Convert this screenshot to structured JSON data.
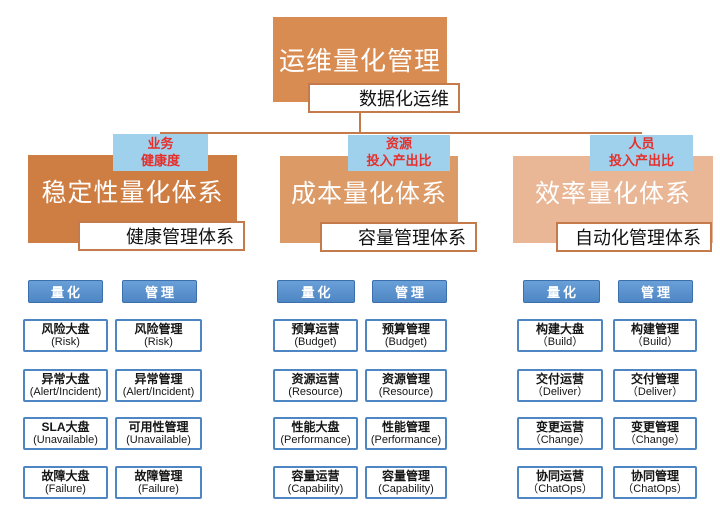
{
  "root": {
    "title": "运维量化管理",
    "tag": "数据化运维"
  },
  "branches": [
    {
      "badge": {
        "line1": "业务",
        "line2": "健康度"
      },
      "title": "稳定性量化体系",
      "tag": "健康管理体系",
      "col_headers": [
        "量化",
        "管理"
      ],
      "rows": [
        {
          "cells": [
            {
              "zh": "风险大盘",
              "en": "(Risk)"
            },
            {
              "zh": "风险管理",
              "en": "(Risk)"
            }
          ]
        },
        {
          "cells": [
            {
              "zh": "异常大盘",
              "en": "(Alert/Incident)"
            },
            {
              "zh": "异常管理",
              "en": "(Alert/Incident)"
            }
          ]
        },
        {
          "cells": [
            {
              "zh": "SLA大盘",
              "en": "(Unavailable)"
            },
            {
              "zh": "可用性管理",
              "en": "(Unavailable)"
            }
          ]
        },
        {
          "cells": [
            {
              "zh": "故障大盘",
              "en": "(Failure)"
            },
            {
              "zh": "故障管理",
              "en": "(Failure)"
            }
          ]
        }
      ]
    },
    {
      "badge": {
        "line1": "资源",
        "line2": "投入产出比"
      },
      "title": "成本量化体系",
      "tag": "容量管理体系",
      "col_headers": [
        "量化",
        "管理"
      ],
      "rows": [
        {
          "cells": [
            {
              "zh": "预算运营",
              "en": "(Budget)"
            },
            {
              "zh": "预算管理",
              "en": "(Budget)"
            }
          ]
        },
        {
          "cells": [
            {
              "zh": "资源运营",
              "en": "(Resource)"
            },
            {
              "zh": "资源管理",
              "en": "(Resource)"
            }
          ]
        },
        {
          "cells": [
            {
              "zh": "性能大盘",
              "en": "(Performance)"
            },
            {
              "zh": "性能管理",
              "en": "(Performance)"
            }
          ]
        },
        {
          "cells": [
            {
              "zh": "容量运营",
              "en": "(Capability)"
            },
            {
              "zh": "容量管理",
              "en": "(Capability)"
            }
          ]
        }
      ]
    },
    {
      "badge": {
        "line1": "人员",
        "line2": "投入产出比"
      },
      "title": "效率量化体系",
      "tag": "自动化管理体系",
      "col_headers": [
        "量化",
        "管理"
      ],
      "rows": [
        {
          "cells": [
            {
              "zh": "构建大盘",
              "en": "（Build）"
            },
            {
              "zh": "构建管理",
              "en": "（Build）"
            }
          ]
        },
        {
          "cells": [
            {
              "zh": "交付运营",
              "en": "（Deliver）"
            },
            {
              "zh": "交付管理",
              "en": "（Deliver）"
            }
          ]
        },
        {
          "cells": [
            {
              "zh": "变更运营",
              "en": "（Change）"
            },
            {
              "zh": "变更管理",
              "en": "（Change）"
            }
          ]
        },
        {
          "cells": [
            {
              "zh": "协同运营",
              "en": "（ChatOps）"
            },
            {
              "zh": "协同管理",
              "en": "（ChatOps）"
            }
          ]
        }
      ]
    }
  ],
  "colors": {
    "root_box": "#D88C52",
    "branch_boxes": [
      "#CF7E43",
      "#DC9A67",
      "#E9B796"
    ],
    "connector": "#C47A4A",
    "badge_bg": "#9FD1ED",
    "badge_text": "#E62E2A",
    "header_bg": "#4E86C4",
    "cell_border": "#4E86C4"
  }
}
